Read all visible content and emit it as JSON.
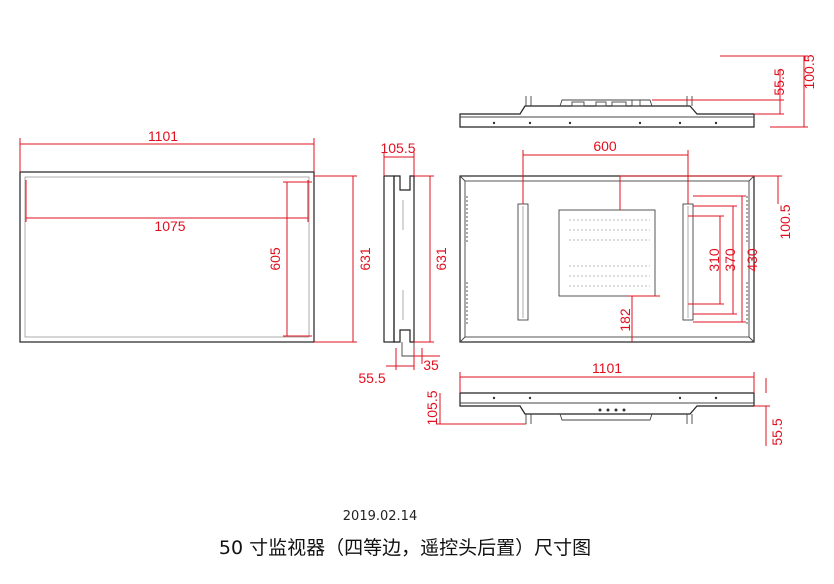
{
  "date": "2019.02.14",
  "caption": "50 寸监视器（四等边，遥控头后置）尺寸图",
  "colors": {
    "dimension": "#e01020",
    "outline": "#222222"
  },
  "dims": {
    "front_width": "1101",
    "front_inner_width": "1075",
    "front_inner_height": "605",
    "front_height": "631",
    "side_depth": "105.5",
    "side_height": "631",
    "side_bottom_left": "55.5",
    "side_bottom_right": "35",
    "top_depth": "100.5",
    "top_bracket": "55.5",
    "vesa_width": "600",
    "back_offset": "100.5",
    "back_h310": "310",
    "back_h370": "370",
    "back_h430": "430",
    "back_182": "182",
    "bottom_width": "1101",
    "bottom_depth": "105.5",
    "bottom_bracket": "55.5"
  }
}
